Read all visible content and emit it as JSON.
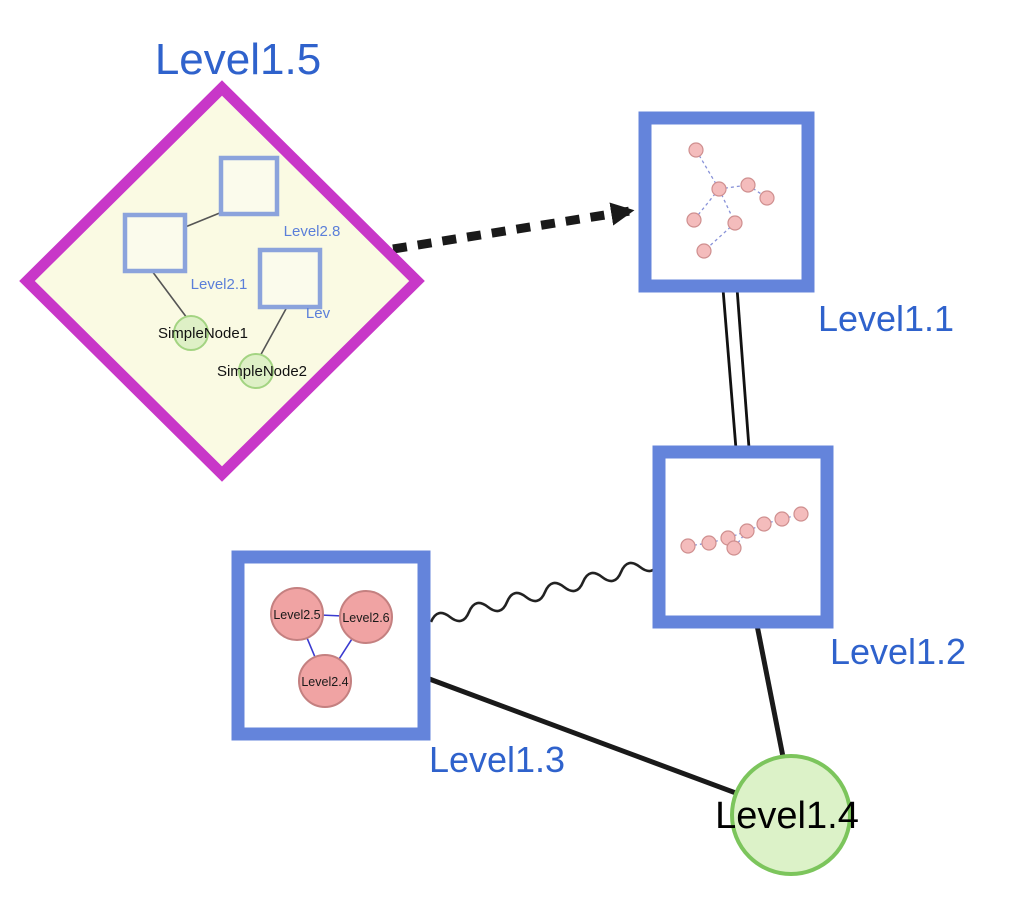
{
  "diagram": {
    "description": "Nested compound graph with five top-level nodes, each containing a sub-graph",
    "labels": {
      "level1_5": "Level1.5",
      "level1_1": "Level1.1",
      "level1_2": "Level1.2",
      "level1_3": "Level1.3",
      "level1_4": "Level1.4",
      "level2_8": "Level2.8",
      "level2_1": "Level2.1",
      "lev": "Lev",
      "simple_node1": "SimpleNode1",
      "simple_node2": "SimpleNode2",
      "level2_5": "Level2.5",
      "level2_6": "Level2.6",
      "level2_4": "Level2.4"
    },
    "nodes": [
      {
        "id": "Level1.5",
        "shape": "diamond",
        "border": "#c837c8",
        "fill": "#fafae3",
        "children": [
          "Level2.8",
          "Level2.1",
          "Lev",
          "SimpleNode1",
          "SimpleNode2"
        ]
      },
      {
        "id": "Level1.1",
        "shape": "square",
        "border": "#6484db",
        "fill": "#ffffff",
        "children": [
          "pink node cluster"
        ]
      },
      {
        "id": "Level1.2",
        "shape": "square",
        "border": "#6484db",
        "fill": "#ffffff",
        "children": [
          "pink node chain"
        ]
      },
      {
        "id": "Level1.3",
        "shape": "square",
        "border": "#6484db",
        "fill": "#ffffff",
        "children": [
          "Level2.5",
          "Level2.6",
          "Level2.4"
        ]
      },
      {
        "id": "Level1.4",
        "shape": "circle",
        "border": "#7cc55c",
        "fill": "#dcf2c8",
        "children": []
      }
    ],
    "edges": [
      {
        "from": "Level1.5",
        "to": "Level1.1",
        "style": "thick-dashed-arrow"
      },
      {
        "from": "Level1.1",
        "to": "Level1.2",
        "style": "double-line"
      },
      {
        "from": "Level1.3",
        "to": "Level1.2",
        "style": "wavy"
      },
      {
        "from": "Level1.3",
        "to": "Level1.4",
        "style": "solid"
      },
      {
        "from": "Level1.2",
        "to": "Level1.4",
        "style": "solid"
      },
      {
        "from": "Level2.1",
        "to": "Level2.8",
        "style": "thin"
      },
      {
        "from": "Level2.1",
        "to": "SimpleNode1",
        "style": "thin"
      },
      {
        "from": "Lev",
        "to": "SimpleNode2",
        "style": "thin"
      },
      {
        "from": "Level2.5",
        "to": "Level2.6",
        "style": "thin-blue"
      },
      {
        "from": "Level2.5",
        "to": "Level2.4",
        "style": "thin-blue"
      },
      {
        "from": "Level2.6",
        "to": "Level2.4",
        "style": "thin-blue"
      }
    ],
    "colors": {
      "label_blue": "#2f62cc",
      "inner_label_blue": "#5b7fd9",
      "diamond_border": "#c837c8",
      "diamond_fill": "#fafae3",
      "box_border": "#6484db",
      "green_fill": "#dcf2c8",
      "green_border": "#7cc55c",
      "pink_fill": "#f0a3a3",
      "pink_border": "#c48080",
      "edge_black": "#1a1a1a",
      "triangle_edge_blue": "#3a3ad0"
    }
  }
}
